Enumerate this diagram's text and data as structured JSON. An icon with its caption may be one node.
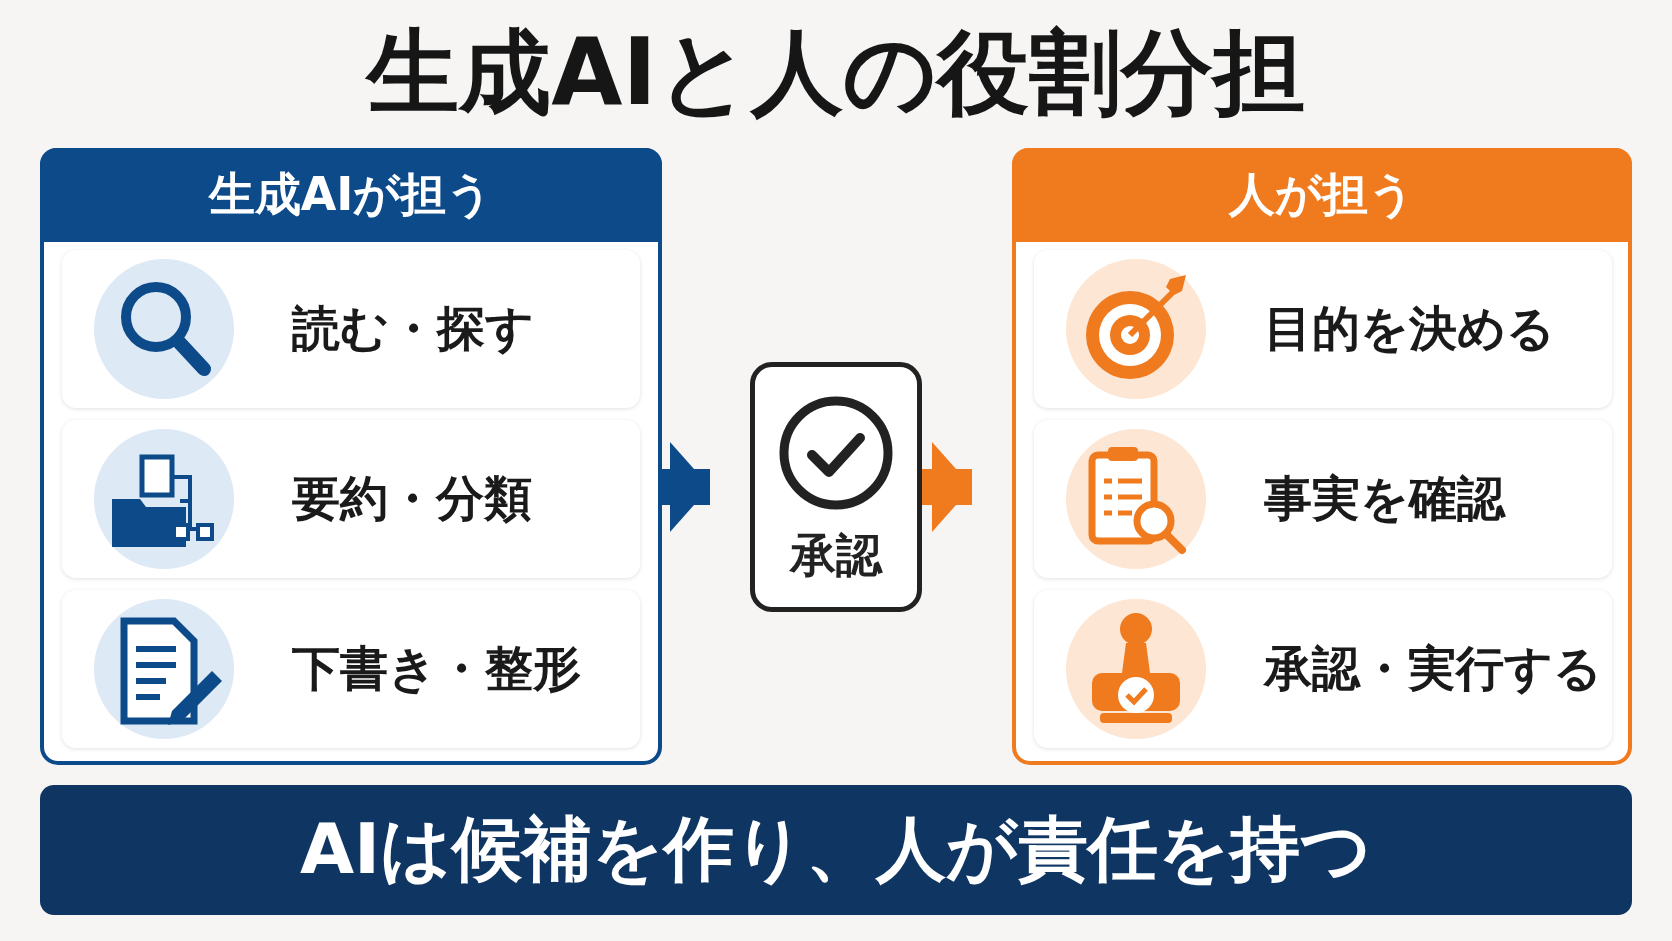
{
  "diagram": {
    "title": "生成AIと人の役割分担",
    "nodes": [
      {
        "text": [
          "生成AIが担う"
        ]
      },
      {
        "text": [
          "読む・探す"
        ],
        "in": 0
      },
      {
        "text": [
          "要約・分類"
        ],
        "in": 0
      },
      {
        "text": [
          "下書き・整形"
        ],
        "in": 0
      },
      {
        "text": [
          "承認"
        ]
      },
      {
        "text": [
          "人が担う"
        ]
      },
      {
        "text": [
          "目的を決める"
        ],
        "in": 5
      },
      {
        "text": [
          "事実を確認"
        ],
        "in": 5
      },
      {
        "text": [
          "承認・実行する"
        ],
        "in": 5
      },
      {
        "text": [
          "AIは候補を作り、人が責任を持つ"
        ]
      }
    ],
    "edges": [
      {
        "from": 0,
        "to": 4,
        "arrow": "to",
        "color": "#0d4a8a"
      },
      {
        "from": 4,
        "to": 5,
        "arrow": "to",
        "color": "#f07a1e"
      }
    ]
  }
}
